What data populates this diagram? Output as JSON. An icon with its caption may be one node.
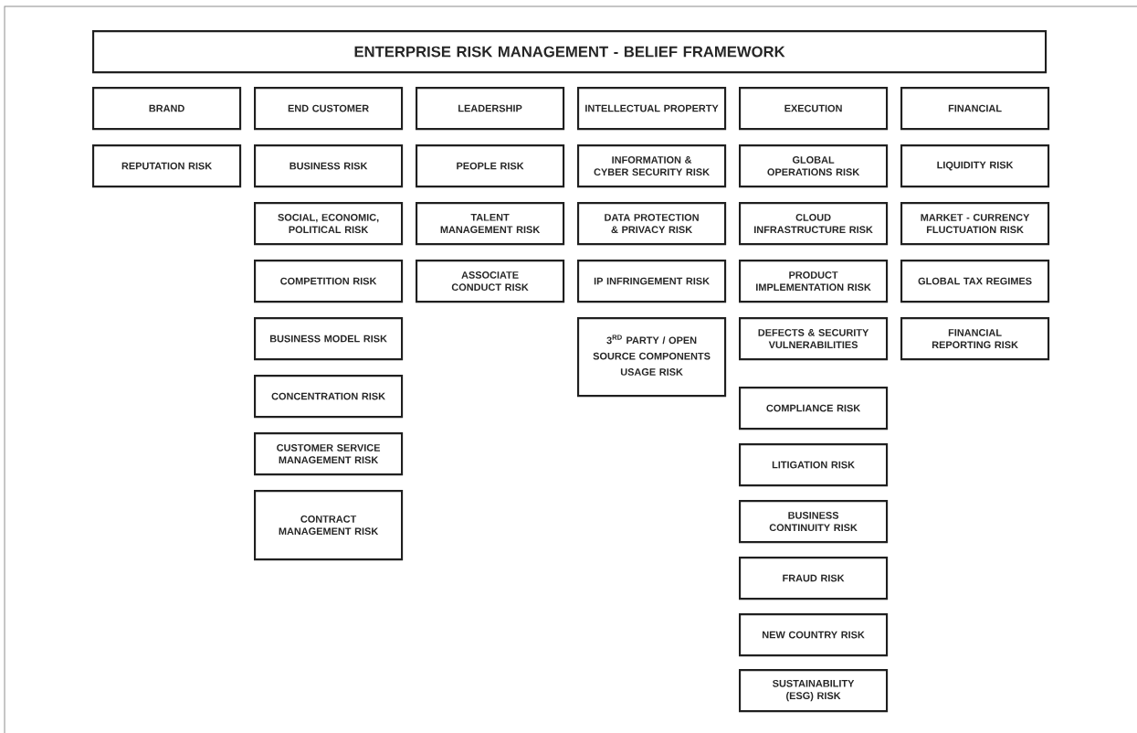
{
  "diagram": {
    "nodes": [
      {
        "text": [
          "ENTERPRISE RISK MANAGEMENT - BELIEF FRAMEWORK"
        ]
      },
      {
        "text": [
          "BRAND"
        ]
      },
      {
        "text": [
          "END CUSTOMER"
        ]
      },
      {
        "text": [
          "LEADERSHIP"
        ]
      },
      {
        "text": [
          "INTELLECTUAL PROPERTY"
        ]
      },
      {
        "text": [
          "EXECUTION"
        ]
      },
      {
        "text": [
          "FINANCIAL"
        ]
      },
      {
        "text": [
          "REPUTATION RISK"
        ]
      },
      {
        "text": [
          "BUSINESS RISK"
        ]
      },
      {
        "text": [
          "SOCIAL, ECONOMIC, POLITICAL RISK"
        ]
      },
      {
        "text": [
          "COMPETITION RISK"
        ]
      },
      {
        "text": [
          "BUSINESS MODEL RISK"
        ]
      },
      {
        "text": [
          "CONCENTRATION RISK"
        ]
      },
      {
        "text": [
          "CUSTOMER SERVICE MANAGEMENT RISK"
        ]
      },
      {
        "text": [
          "CONTRACT MANAGEMENT RISK"
        ]
      },
      {
        "text": [
          "PEOPLE RISK"
        ]
      },
      {
        "text": [
          "TALENT MANAGEMENT RISK"
        ]
      },
      {
        "text": [
          "ASSOCIATE CONDUCT RISK"
        ]
      },
      {
        "text": [
          "INFORMATION & CYBER SECURITY RISK"
        ]
      },
      {
        "text": [
          "DATA PROTECTION & PRIVACY RISK"
        ]
      },
      {
        "text": [
          "IP INFRINGEMENT RISK"
        ]
      },
      {
        "text": [
          "\\begin{gathered}\\text{3}^{\\text{RD}}\\text{ PARTY / OPEN}\\\\ \\text{SOURCE COMPONENTS}\\\\ \\text{USAGE RISK}\\end{gathered}"
        ]
      },
      {
        "text": [
          "GLOBAL OPERATIONS RISK"
        ]
      },
      {
        "text": [
          "CLOUD INFRASTRUCTURE RISK"
        ]
      },
      {
        "text": [
          "PRODUCT IMPLEMENTATION RISK"
        ]
      },
      {
        "text": [
          "DEFECTS & SECURITY VULNERABILITIES"
        ]
      },
      {
        "text": [
          "COMPLIANCE RISK"
        ]
      },
      {
        "text": [
          "LITIGATION RISK"
        ]
      },
      {
        "text": [
          "BUSINESS CONTINUITY RISK"
        ]
      },
      {
        "text": [
          "FRAUD RISK"
        ]
      },
      {
        "text": [
          "NEW COUNTRY RISK"
        ]
      },
      {
        "text": [
          "SUSTAINABILITY (ESG) RISK"
        ]
      },
      {
        "text": [
          "LIQUIDITY RISK"
        ]
      },
      {
        "text": [
          "MARKET - CURRENCY FLUCTUATION RISK"
        ]
      },
      {
        "text": [
          "GLOBAL TAX REGIMES"
        ]
      },
      {
        "text": [
          "FINANCIAL REPORTING RISK"
        ]
      }
    ]
  }
}
